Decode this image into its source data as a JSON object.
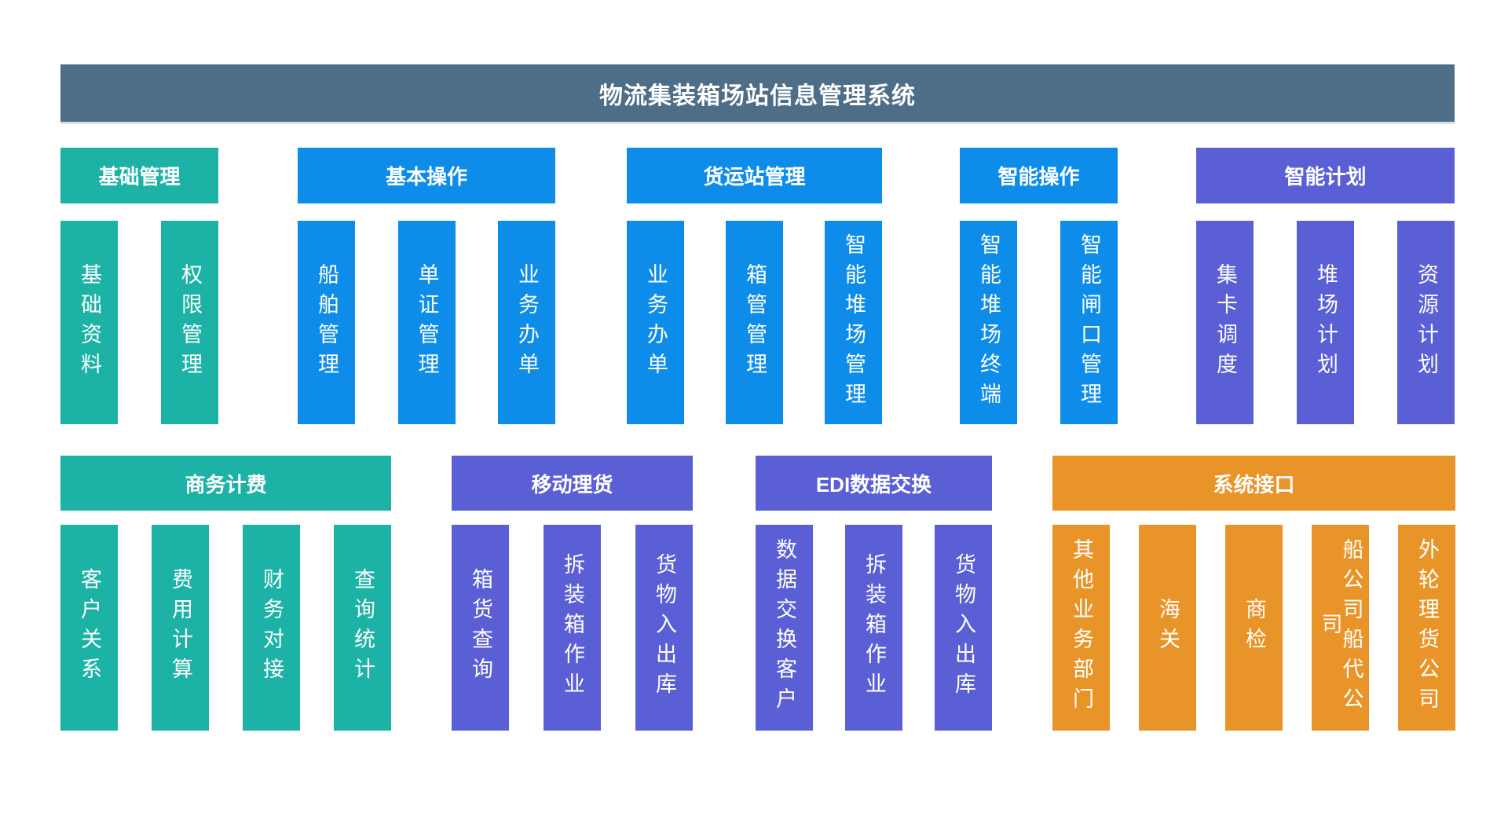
{
  "title": "物流集装箱场站信息管理系统",
  "colors": {
    "title_bar": "#4e6d87",
    "teal": "#1cb3a6",
    "blue": "#0d8de9",
    "purple": "#5b5fd6",
    "orange": "#e89428",
    "text": "#ffffff",
    "background": "#ffffff"
  },
  "groups": [
    {
      "title": "基础管理",
      "color": "teal",
      "items": [
        "基础资料",
        "权限管理"
      ]
    },
    {
      "title": "基本操作",
      "color": "blue",
      "items": [
        "船舶管理",
        "单证管理",
        "业务办单"
      ]
    },
    {
      "title": "货运站管理",
      "color": "blue",
      "items": [
        "业务办单",
        "箱管管理",
        "智能堆场管理"
      ]
    },
    {
      "title": "智能操作",
      "color": "blue",
      "items": [
        "智能堆场终端",
        "智能闸口管理"
      ]
    },
    {
      "title": "智能计划",
      "color": "purple",
      "items": [
        "集卡调度",
        "堆场计划",
        "资源计划"
      ]
    },
    {
      "title": "商务计费",
      "color": "teal",
      "items": [
        "客户关系",
        "费用计算",
        "财务对接",
        "查询统计"
      ]
    },
    {
      "title": "移动理货",
      "color": "purple",
      "items": [
        "箱货查询",
        "拆装箱作业",
        "货物入出库"
      ]
    },
    {
      "title": "EDI数据交换",
      "color": "purple",
      "items": [
        "数据交换客户",
        "拆装箱作业",
        "货物入出库"
      ]
    },
    {
      "title": "系统接口",
      "color": "orange",
      "items": [
        "其他业务部门",
        "海关",
        "商检",
        "船公司船代公司",
        "外轮理货公司"
      ]
    }
  ]
}
